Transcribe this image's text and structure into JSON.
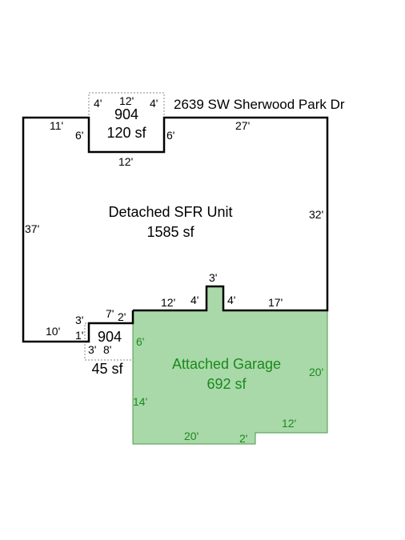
{
  "address": "2639 SW Sherwood Park Dr",
  "main_unit": {
    "name": "Detached SFR Unit",
    "area": "1585 sf"
  },
  "garage": {
    "name": "Attached Garage",
    "area": "692 sf"
  },
  "area_904_top": {
    "code": "904",
    "area": "120 sf"
  },
  "area_904_bottom": {
    "code": "904",
    "area": "45 sf"
  },
  "dims": {
    "top_left": "11'",
    "top_right": "27'",
    "right": "32'",
    "left": "37'",
    "notch_top_left": "6'",
    "notch_top_right": "6'",
    "notch_top_bottom": "12'",
    "box_top_left": "4'",
    "box_top_mid": "12'",
    "box_top_right": "4'",
    "bottom_left": "10'",
    "step_3": "3'",
    "step_1": "1'",
    "step_7": "7'",
    "step_2": "2'",
    "box_bot_3": "3'",
    "box_bot_8": "8'",
    "garage_top_12": "12'",
    "bump_left": "4'",
    "bump_top": "3'",
    "bump_right": "4'",
    "garage_top_17": "17'",
    "garage_right": "20'",
    "garage_left_6": "6'",
    "garage_left_14": "14'",
    "garage_bottom_20": "20'",
    "garage_bottom_2": "2'",
    "garage_bottom_12": "12'"
  },
  "colors": {
    "garage_fill": "#a9d8a9",
    "garage_text": "#1a8a1a",
    "line": "#000000"
  }
}
